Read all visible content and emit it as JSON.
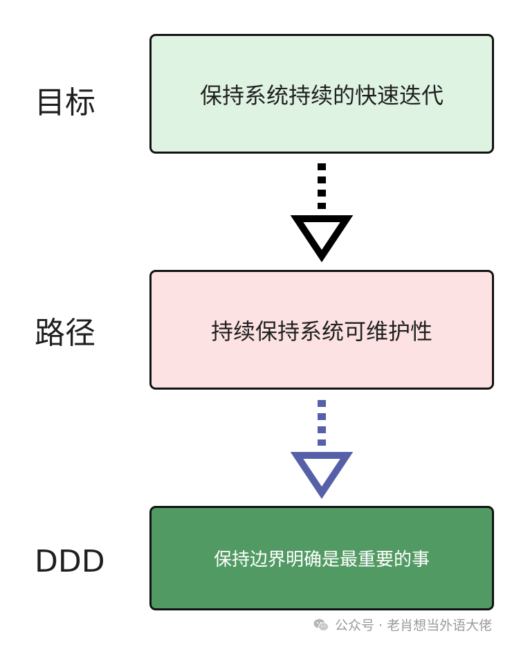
{
  "rows": [
    {
      "label": "目标",
      "text": "保持系统持续的快速迭代"
    },
    {
      "label": "路径",
      "text": "持续保持系统可维护性"
    },
    {
      "label": "DDD",
      "text": "保持边界明确是最重要的事"
    }
  ],
  "colors": {
    "goal_fill": "#dff3e2",
    "path_fill": "#fde2e3",
    "ddd_fill": "#529a63",
    "connector_1": "#000000",
    "connector_2": "#5560a8"
  },
  "watermark": {
    "icon": "wechat-icon",
    "text": "公众号 · 老肖想当外语大佬"
  }
}
